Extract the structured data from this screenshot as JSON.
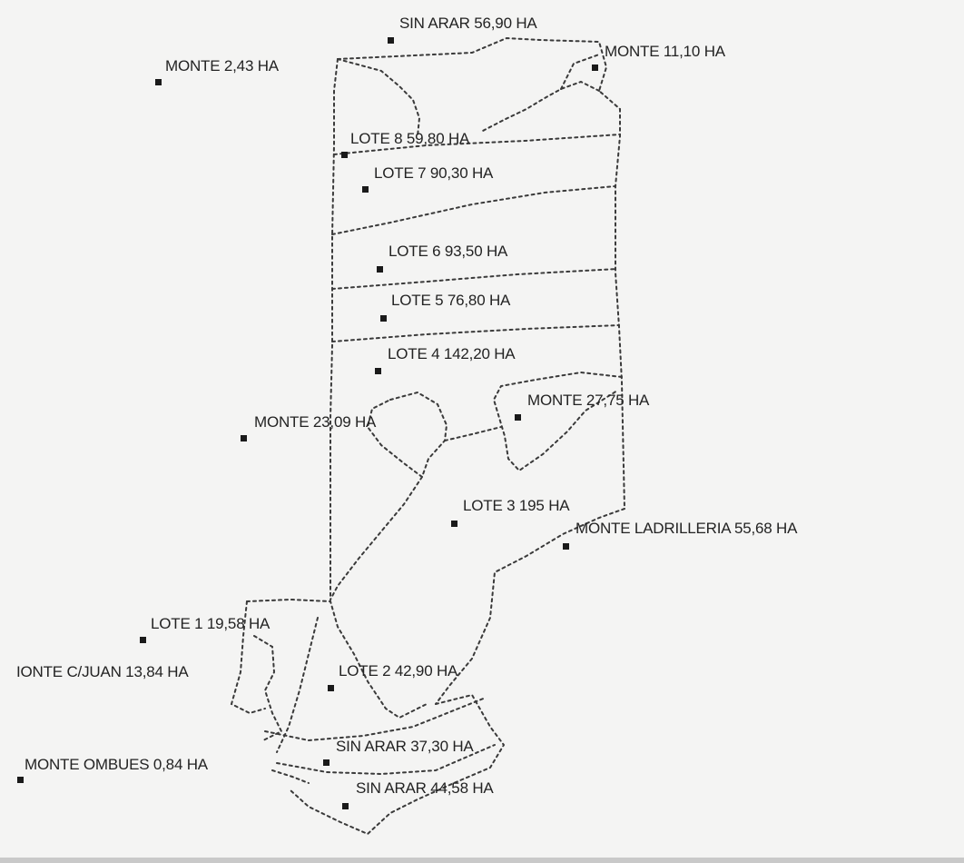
{
  "parcels": {
    "sin_arar_top": "SIN ARAR 56,90 HA",
    "monte_243": "MONTE  2,43 HA",
    "monte_1110": "MONTE 11,10  HA",
    "lote8": "LOTE 8 59,80 HA",
    "lote7": "LOTE 7 90,30 HA",
    "lote6": "LOTE 6 93,50 HA",
    "lote5": "LOTE 5  76,80 HA",
    "lote4": "LOTE 4 142,20 HA",
    "monte_2775": "MONTE   27,75 HA",
    "monte_2309": "MONTE 23,09 HA",
    "lote3": "LOTE 3  195 HA",
    "monte_ladrilleria": "MONTE LADRILLERIA 55,68 HA",
    "lote1": "LOTE 1  19,58 HA",
    "monte_cjuan": "IONTE C/JUAN 13,84 HA",
    "lote2": "LOTE 2  42,90 HA",
    "sin_arar_3730": "SIN ARAR 37,30 HA",
    "monte_ombues": "MONTE OMBUES 0,84 HA",
    "sin_arar_4458": "SIN ARAR 44,58 HA"
  },
  "colors": {
    "background": "#f4f4f3",
    "boundary": "#3a3a3a",
    "marker": "#1a1a1a",
    "text": "#232323"
  }
}
